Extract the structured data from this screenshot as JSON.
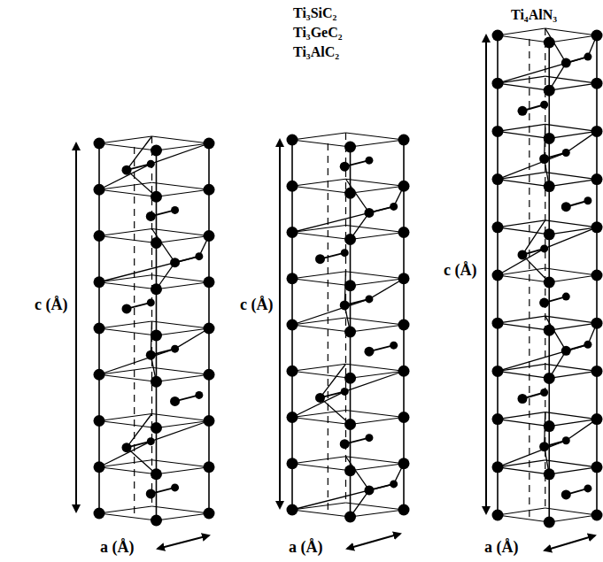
{
  "diagram": {
    "labels": [
      "Ti₃SiC₂",
      "Ti₃GeC₂",
      "Ti₃AlC₂",
      "Ti₄AlN₃",
      "c (Å)",
      "c (Å)",
      "c (Å)",
      "a (Å)",
      "a (Å)",
      "a (Å)"
    ]
  }
}
